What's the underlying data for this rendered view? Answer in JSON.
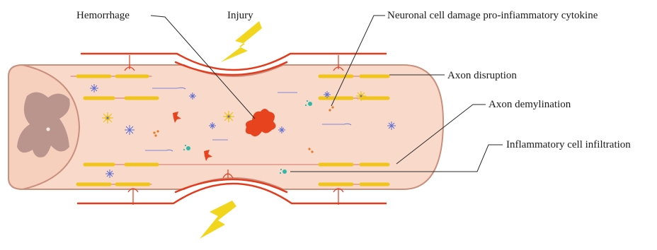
{
  "labels": {
    "injury": "Injury",
    "hemorrhage": "Hemorrhage",
    "neuronal": "Neuronal cell damage pro-infiammatory cytokine",
    "axon_disruption": "Axon disruption",
    "axon_demylination": "Axon demylination",
    "inflammatory_infiltration": "Inflammatory cell infiltration"
  },
  "colors": {
    "cord_fill": "#f9d9c9",
    "cord_outline": "#c9907d",
    "gray_matter": "#b9958e",
    "dura": "#e33b1d",
    "axon": "#f0c419",
    "axon_thin": "#d4726a",
    "lightning": "#f2d61e",
    "hemorrhage": "#e8431f",
    "microglia": "#5b6dd6",
    "cytokine": "#e87a25",
    "infiltrate": "#2db8a8",
    "leader": "#2a2a2a"
  }
}
